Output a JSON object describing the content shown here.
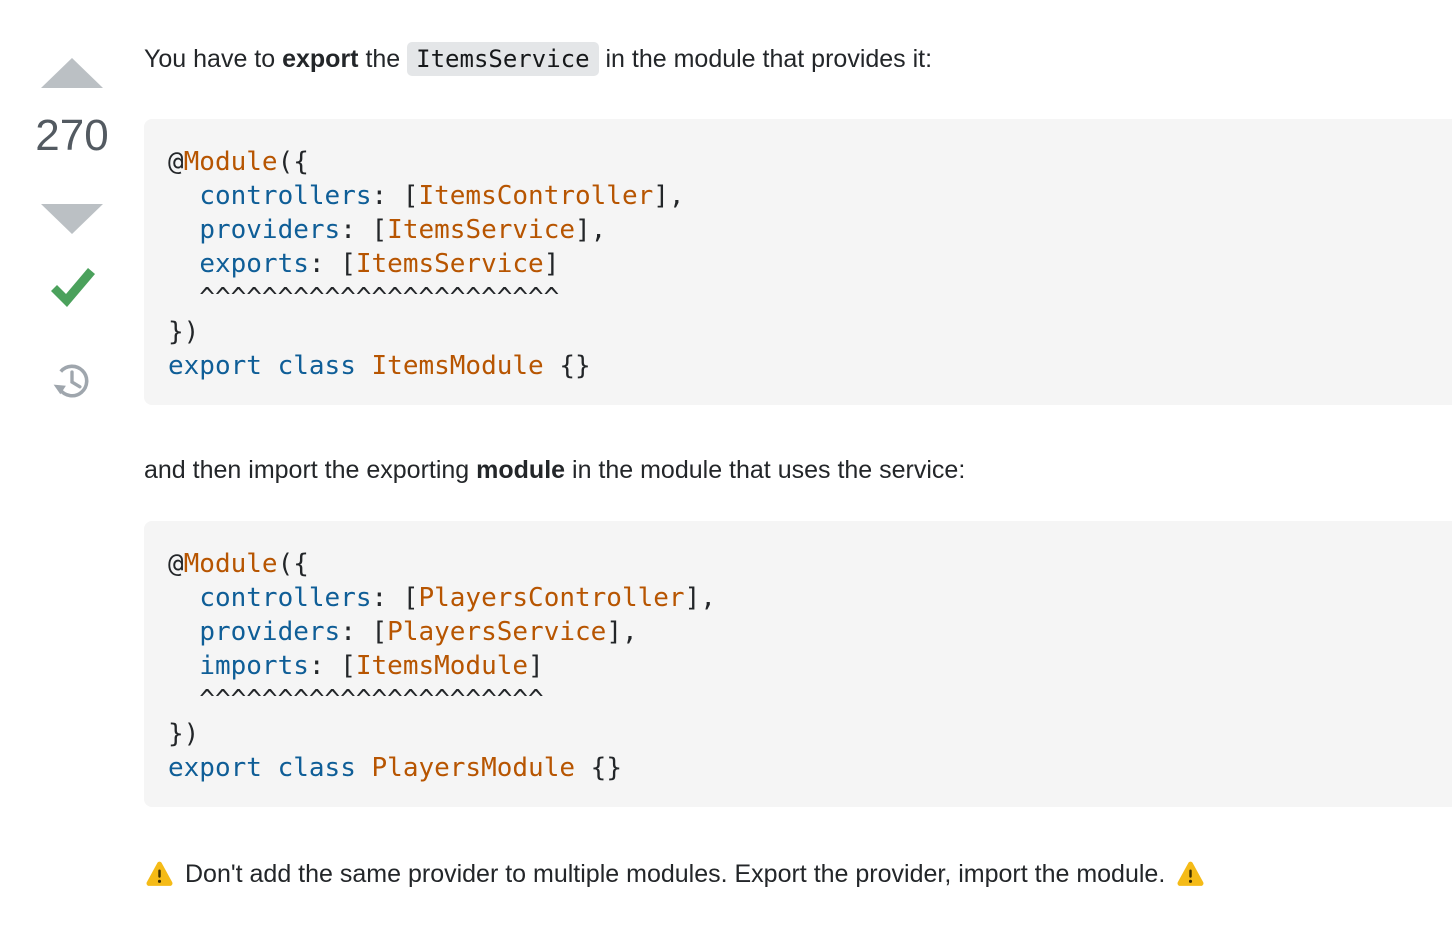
{
  "colors": {
    "keyword": "#0f5e97",
    "literal": "#b75501",
    "code_text": "#232629",
    "code_bg": "#f5f5f5",
    "inline_code_bg": "#e4e6e8",
    "body_text": "#232629",
    "vote_arrow": "#bbc0c4",
    "vote_count_color": "#535a61",
    "accepted_check": "#4ba15c",
    "history_icon": "#9fa6ad",
    "warning_yellow": "#f5bb17",
    "warning_mark": "#3f3000"
  },
  "vote": {
    "count": "270"
  },
  "paragraphs": {
    "p1": {
      "text_1": "You have to ",
      "bold": "export",
      "text_2": " the ",
      "inline_code": "ItemsService",
      "text_3": " in the module that provides it:"
    },
    "p2": {
      "text_1": "and then import the exporting ",
      "bold": "module",
      "text_2": " in the module that uses the service:"
    },
    "warning": {
      "text": "Don't add the same provider to multiple modules. Export the provider, import the module."
    }
  },
  "code_blocks": [
    {
      "name": "items-module",
      "lines": [
        [
          [
            "pln",
            "@"
          ],
          [
            "lit",
            "Module"
          ],
          [
            "pln",
            "({"
          ]
        ],
        [
          [
            "pln",
            "  "
          ],
          [
            "kw",
            "controllers"
          ],
          [
            "pln",
            ": ["
          ],
          [
            "lit",
            "ItemsController"
          ],
          [
            "pln",
            "],"
          ]
        ],
        [
          [
            "pln",
            "  "
          ],
          [
            "kw",
            "providers"
          ],
          [
            "pln",
            ": ["
          ],
          [
            "lit",
            "ItemsService"
          ],
          [
            "pln",
            "],"
          ]
        ],
        [
          [
            "pln",
            "  "
          ],
          [
            "kw",
            "exports"
          ],
          [
            "pln",
            ": ["
          ],
          [
            "lit",
            "ItemsService"
          ],
          [
            "pln",
            "]"
          ]
        ],
        [
          [
            "pln",
            "  ^^^^^^^^^^^^^^^^^^^^^^^"
          ]
        ],
        [
          [
            "pln",
            "})"
          ]
        ],
        [
          [
            "kw",
            "export"
          ],
          [
            "pln",
            " "
          ],
          [
            "kw",
            "class"
          ],
          [
            "pln",
            " "
          ],
          [
            "lit",
            "ItemsModule"
          ],
          [
            "pln",
            " {}"
          ]
        ]
      ]
    },
    {
      "name": "players-module",
      "lines": [
        [
          [
            "pln",
            "@"
          ],
          [
            "lit",
            "Module"
          ],
          [
            "pln",
            "({"
          ]
        ],
        [
          [
            "pln",
            "  "
          ],
          [
            "kw",
            "controllers"
          ],
          [
            "pln",
            ": ["
          ],
          [
            "lit",
            "PlayersController"
          ],
          [
            "pln",
            "],"
          ]
        ],
        [
          [
            "pln",
            "  "
          ],
          [
            "kw",
            "providers"
          ],
          [
            "pln",
            ": ["
          ],
          [
            "lit",
            "PlayersService"
          ],
          [
            "pln",
            "],"
          ]
        ],
        [
          [
            "pln",
            "  "
          ],
          [
            "kw",
            "imports"
          ],
          [
            "pln",
            ": ["
          ],
          [
            "lit",
            "ItemsModule"
          ],
          [
            "pln",
            "]"
          ]
        ],
        [
          [
            "pln",
            "  ^^^^^^^^^^^^^^^^^^^^^^"
          ]
        ],
        [
          [
            "pln",
            "})"
          ]
        ],
        [
          [
            "kw",
            "export"
          ],
          [
            "pln",
            " "
          ],
          [
            "kw",
            "class"
          ],
          [
            "pln",
            " "
          ],
          [
            "lit",
            "PlayersModule"
          ],
          [
            "pln",
            " {}"
          ]
        ]
      ]
    }
  ]
}
